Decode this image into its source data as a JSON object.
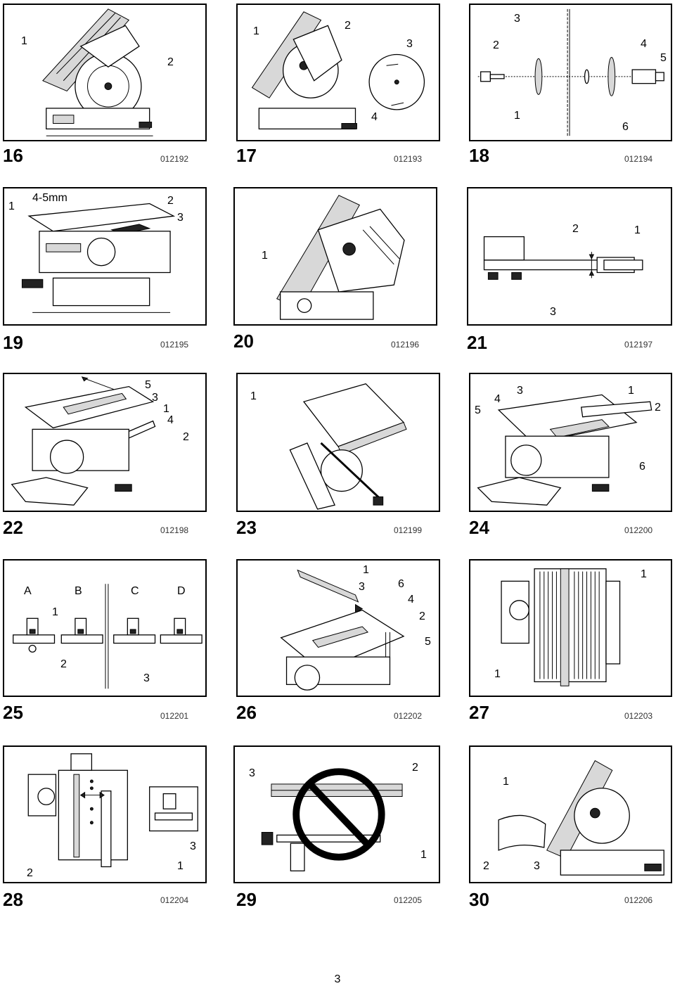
{
  "figures": [
    {
      "number": "16",
      "code": "012192",
      "callouts": [
        "1",
        "2"
      ]
    },
    {
      "number": "17",
      "code": "012193",
      "callouts": [
        "1",
        "2",
        "3",
        "4"
      ]
    },
    {
      "number": "18",
      "code": "012194",
      "callouts": [
        "3",
        "2",
        "4",
        "5",
        "1",
        "6"
      ]
    },
    {
      "number": "19",
      "code": "012195",
      "callouts": [
        "1",
        "4-5mm",
        "2",
        "3"
      ]
    },
    {
      "number": "20",
      "code": "012196",
      "callouts": [
        "1"
      ]
    },
    {
      "number": "21",
      "code": "012197",
      "callouts": [
        "2",
        "1",
        "3"
      ]
    },
    {
      "number": "22",
      "code": "012198",
      "callouts": [
        "5",
        "3",
        "1",
        "4",
        "2"
      ]
    },
    {
      "number": "23",
      "code": "012199",
      "callouts": [
        "1"
      ]
    },
    {
      "number": "24",
      "code": "012200",
      "callouts": [
        "4",
        "3",
        "1",
        "5",
        "2",
        "6"
      ]
    },
    {
      "number": "25",
      "code": "012201",
      "callouts": [
        "A",
        "B",
        "C",
        "D",
        "1",
        "2",
        "3"
      ]
    },
    {
      "number": "26",
      "code": "012202",
      "callouts": [
        "1",
        "3",
        "6",
        "4",
        "2",
        "5"
      ]
    },
    {
      "number": "27",
      "code": "012203",
      "callouts": [
        "1",
        "1"
      ]
    },
    {
      "number": "28",
      "code": "012204",
      "callouts": [
        "3",
        "2",
        "1"
      ]
    },
    {
      "number": "29",
      "code": "012205",
      "callouts": [
        "3",
        "2",
        "1"
      ]
    },
    {
      "number": "30",
      "code": "012206",
      "callouts": [
        "1",
        "2",
        "3"
      ]
    }
  ],
  "page_number": "3"
}
